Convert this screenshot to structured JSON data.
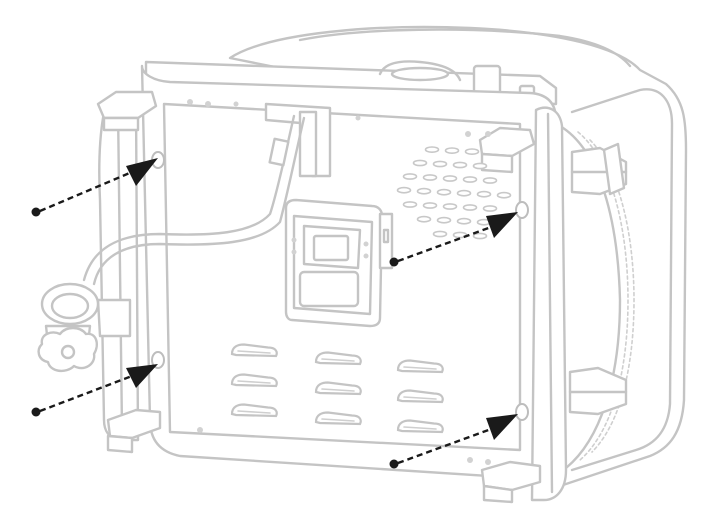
{
  "colors": {
    "outline": "#c4c4c4",
    "arrow": "#1a1a1a",
    "background": "#ffffff"
  },
  "parts": [
    "back-panel",
    "top-handle",
    "gas-hose",
    "regulator",
    "control-box",
    "vent-holes",
    "slot-vents",
    "frame-brackets",
    "mounting-holes"
  ],
  "arrows": [
    {
      "id": "top-left",
      "target": "mounting-hole-top-left"
    },
    {
      "id": "bottom-left",
      "target": "mounting-hole-bottom-left"
    },
    {
      "id": "top-right",
      "target": "mounting-hole-top-right"
    },
    {
      "id": "bottom-right",
      "target": "mounting-hole-bottom-right"
    }
  ]
}
